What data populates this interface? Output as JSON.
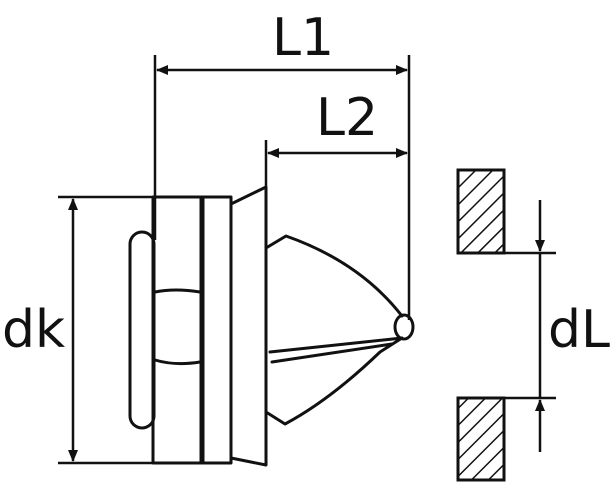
{
  "labels": {
    "L1": "L1",
    "L2": "L2",
    "dk": "dk",
    "dL": "dL"
  },
  "colors": {
    "stroke": "#111111",
    "background": "#ffffff"
  }
}
